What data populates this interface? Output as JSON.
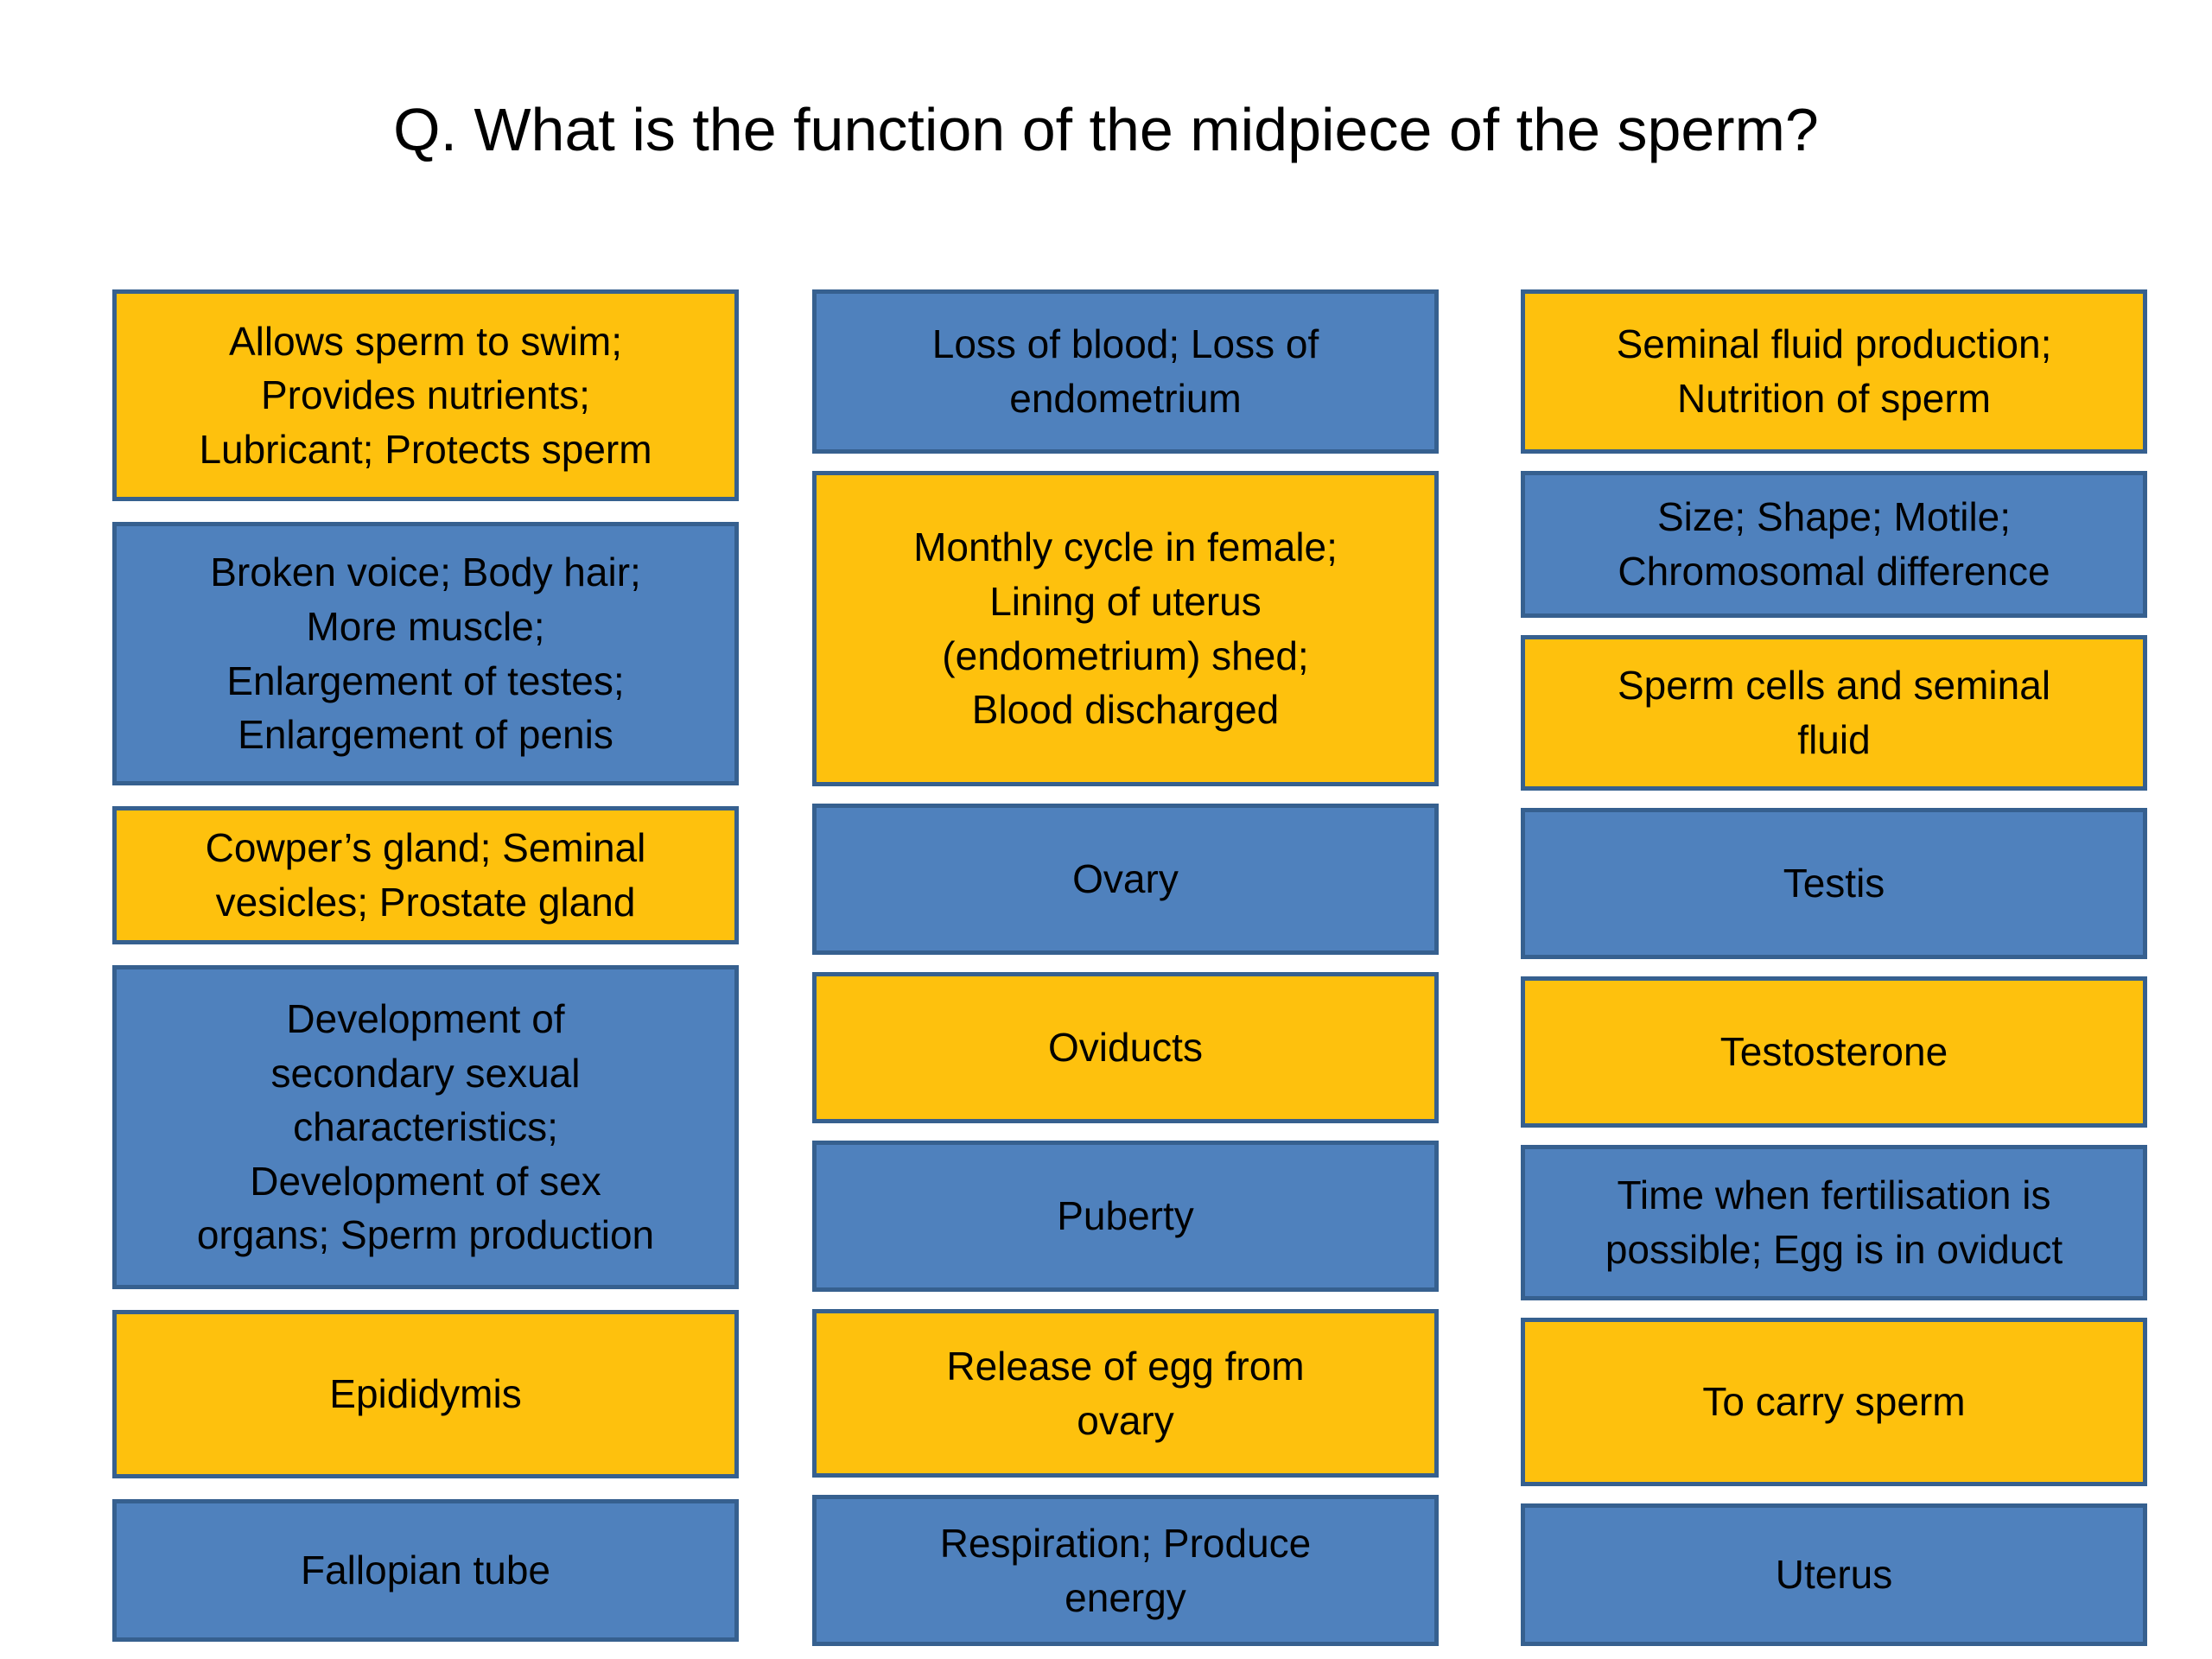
{
  "slide": {
    "title": "Q. What is the function of the midpiece of the sperm?"
  },
  "colors": {
    "gold": "#FEC10D",
    "blue": "#4F81BD",
    "border": "#36608F",
    "background": "#FFFFFF",
    "text": "#000000"
  },
  "columns": [
    {
      "boxes": [
        {
          "text": "Allows sperm to swim;\nProvides nutrients;\nLubricant; Protects sperm",
          "color": "gold"
        },
        {
          "text": "Broken voice; Body hair;\nMore muscle;\nEnlargement of testes;\nEnlargement of penis",
          "color": "blue"
        },
        {
          "text": "Cowper’s gland; Seminal\nvesicles; Prostate gland",
          "color": "gold"
        },
        {
          "text": "Development of\nsecondary sexual\ncharacteristics;\nDevelopment of sex\norgans; Sperm production",
          "color": "blue"
        },
        {
          "text": "Epididymis",
          "color": "gold"
        },
        {
          "text": "Fallopian tube",
          "color": "blue"
        }
      ]
    },
    {
      "boxes": [
        {
          "text": "Loss of blood; Loss of\nendometrium",
          "color": "blue"
        },
        {
          "text": "Monthly cycle in female;\nLining of uterus\n(endometrium) shed;\nBlood discharged",
          "color": "gold"
        },
        {
          "text": "Ovary",
          "color": "blue"
        },
        {
          "text": "Oviducts",
          "color": "gold"
        },
        {
          "text": "Puberty",
          "color": "blue"
        },
        {
          "text": "Release of egg from\novary",
          "color": "gold"
        },
        {
          "text": "Respiration; Produce\nenergy",
          "color": "blue"
        }
      ]
    },
    {
      "boxes": [
        {
          "text": "Seminal fluid production;\nNutrition of sperm",
          "color": "gold"
        },
        {
          "text": "Size; Shape; Motile;\nChromosomal difference",
          "color": "blue"
        },
        {
          "text": "Sperm cells and seminal\nfluid",
          "color": "gold"
        },
        {
          "text": "Testis",
          "color": "blue"
        },
        {
          "text": "Testosterone",
          "color": "gold"
        },
        {
          "text": "Time when fertilisation is\npossible; Egg is in oviduct",
          "color": "blue"
        },
        {
          "text": "To carry sperm",
          "color": "gold"
        },
        {
          "text": "Uterus",
          "color": "blue"
        }
      ]
    }
  ]
}
